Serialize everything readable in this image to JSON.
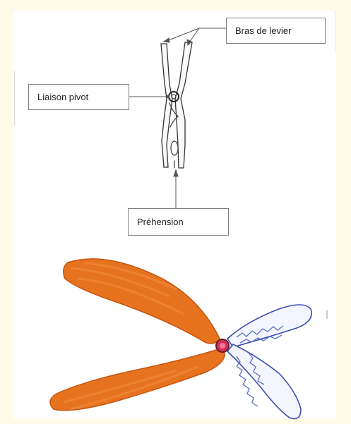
{
  "labels": {
    "lever_arms": "Bras de levier",
    "pivot_link": "Liaison pivot",
    "gripping": "Préhension"
  },
  "colors": {
    "background": "#fffbe6",
    "orange_blade": "#e8731f",
    "blue_blade": "#5a6fc4",
    "hub": "#d6305a"
  }
}
